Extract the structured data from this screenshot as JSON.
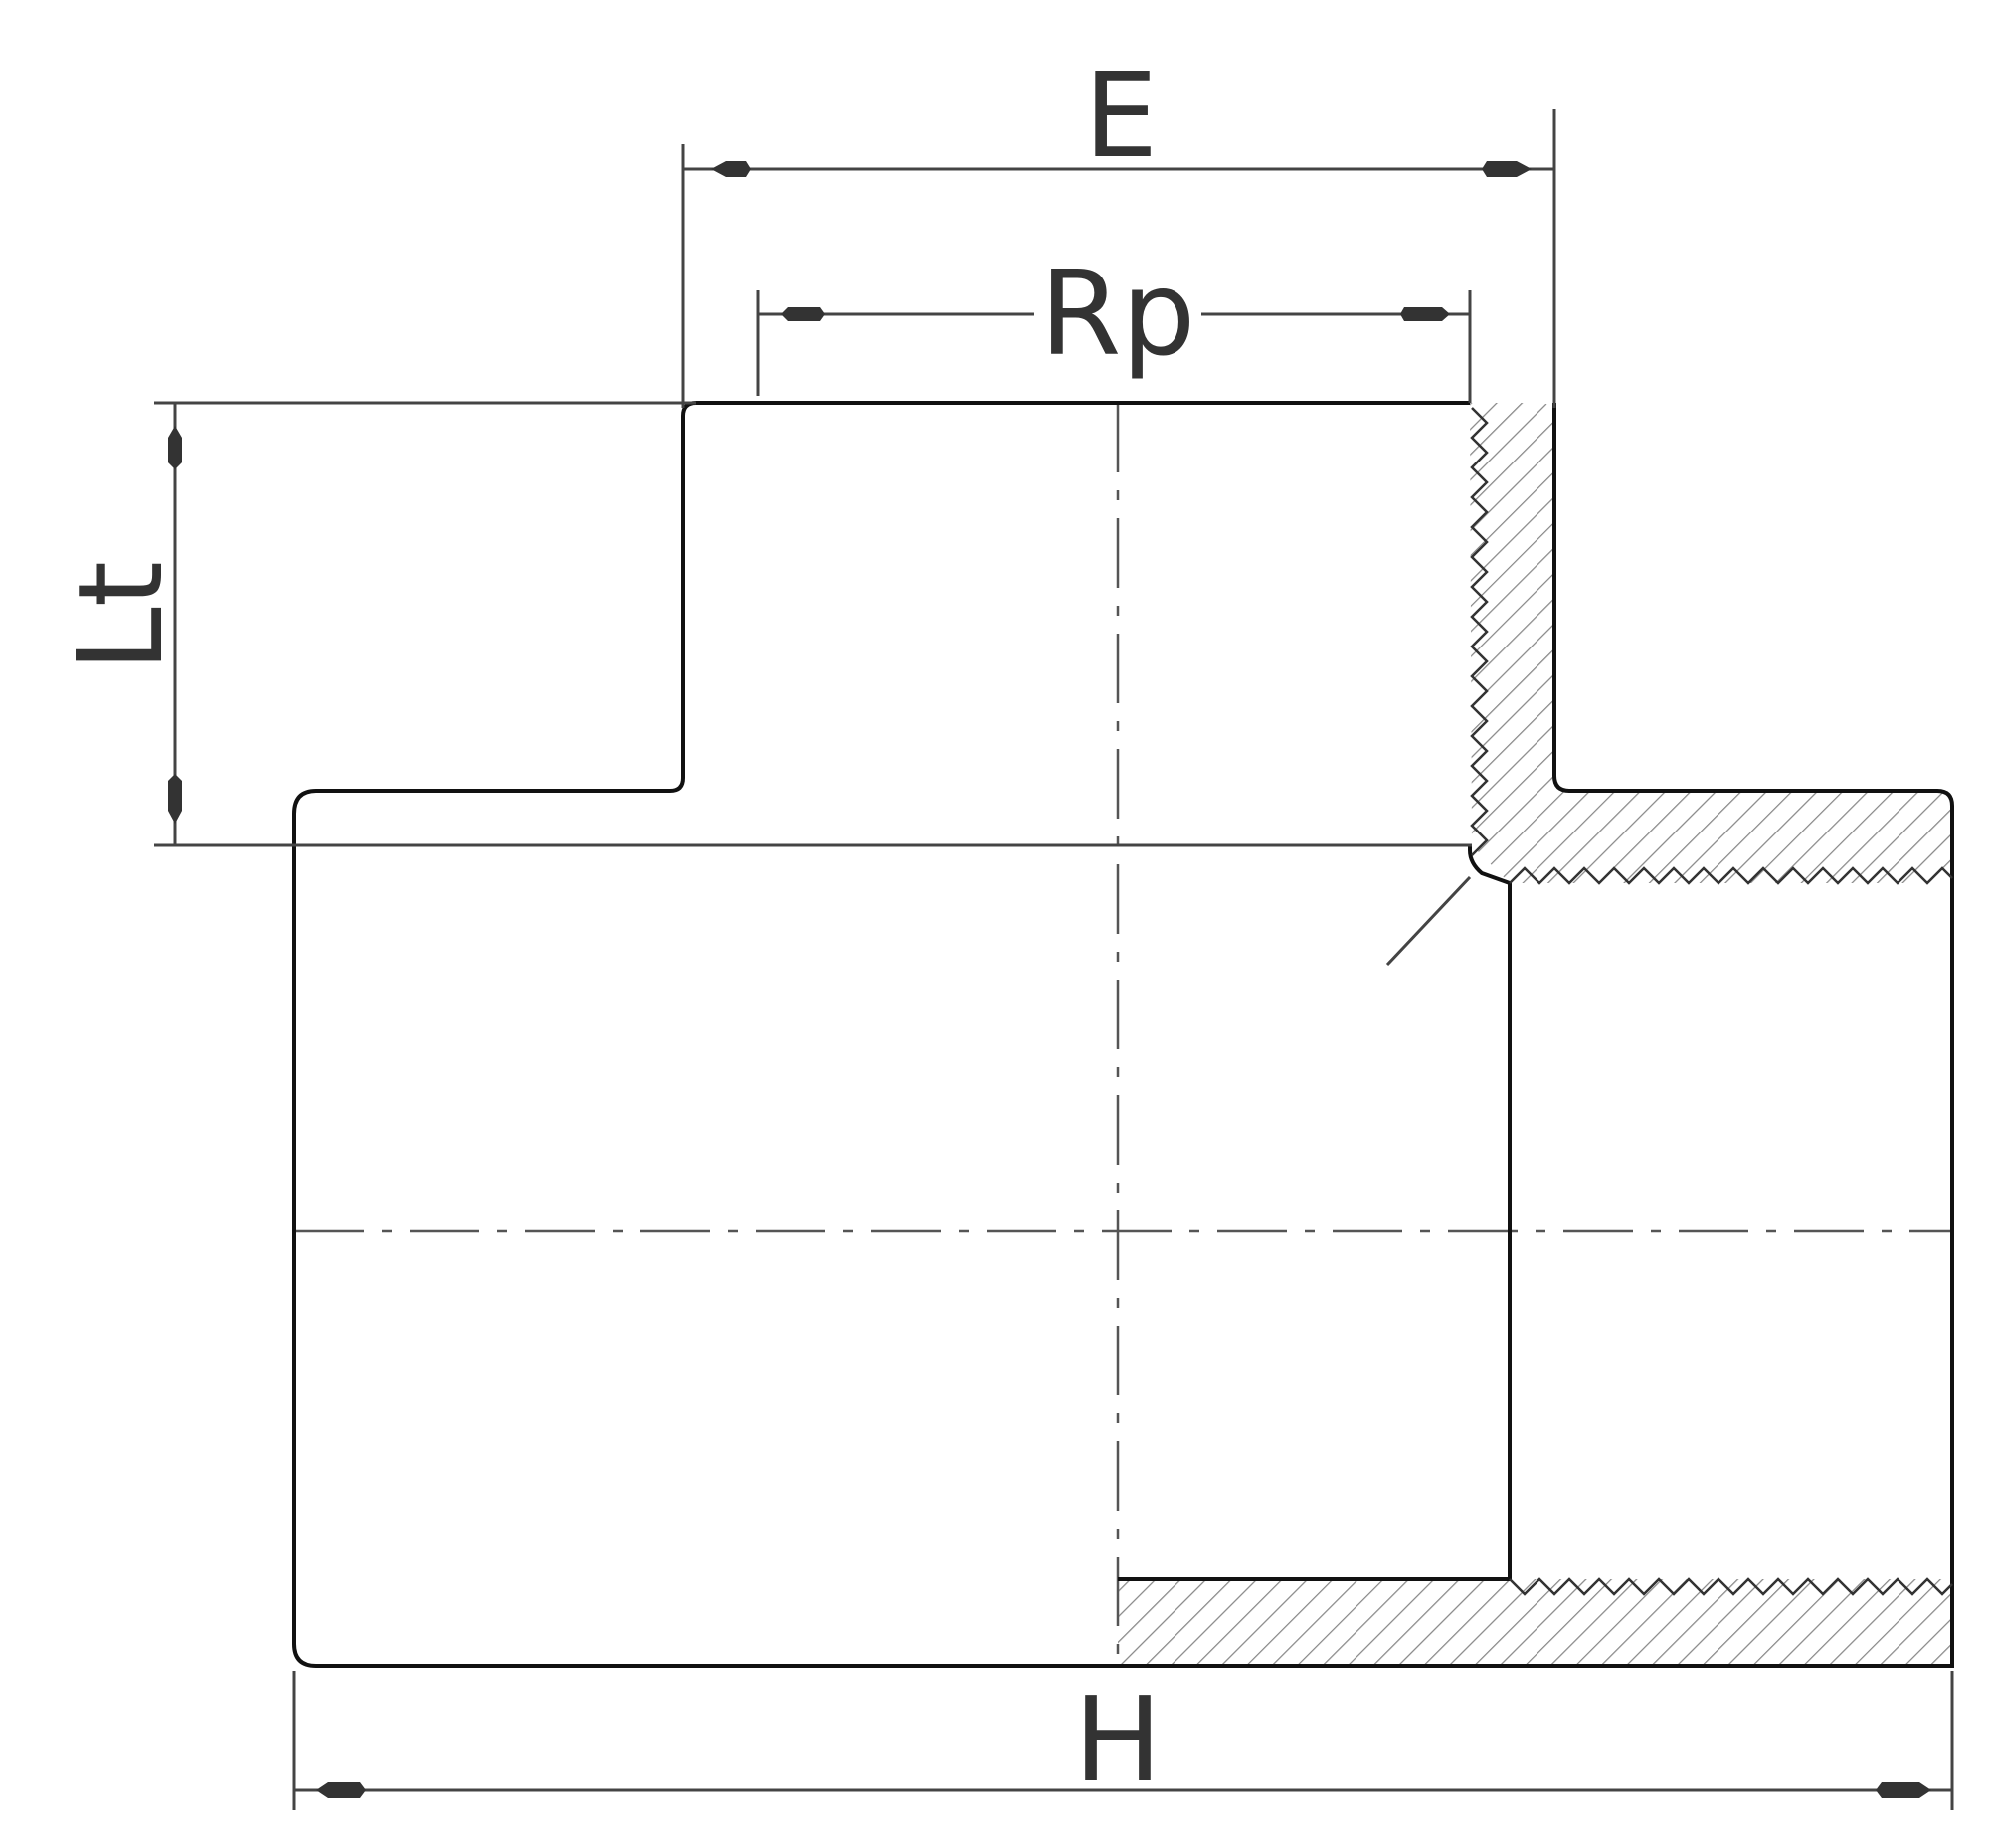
{
  "dimensions": {
    "e_label": "E",
    "rp_label": "Rp",
    "lt_label": "Lt",
    "h_label": "H"
  },
  "colors": {
    "outline": "#111111",
    "dimension_line": "#444444",
    "hatch": "#888888",
    "label": "#333333"
  }
}
